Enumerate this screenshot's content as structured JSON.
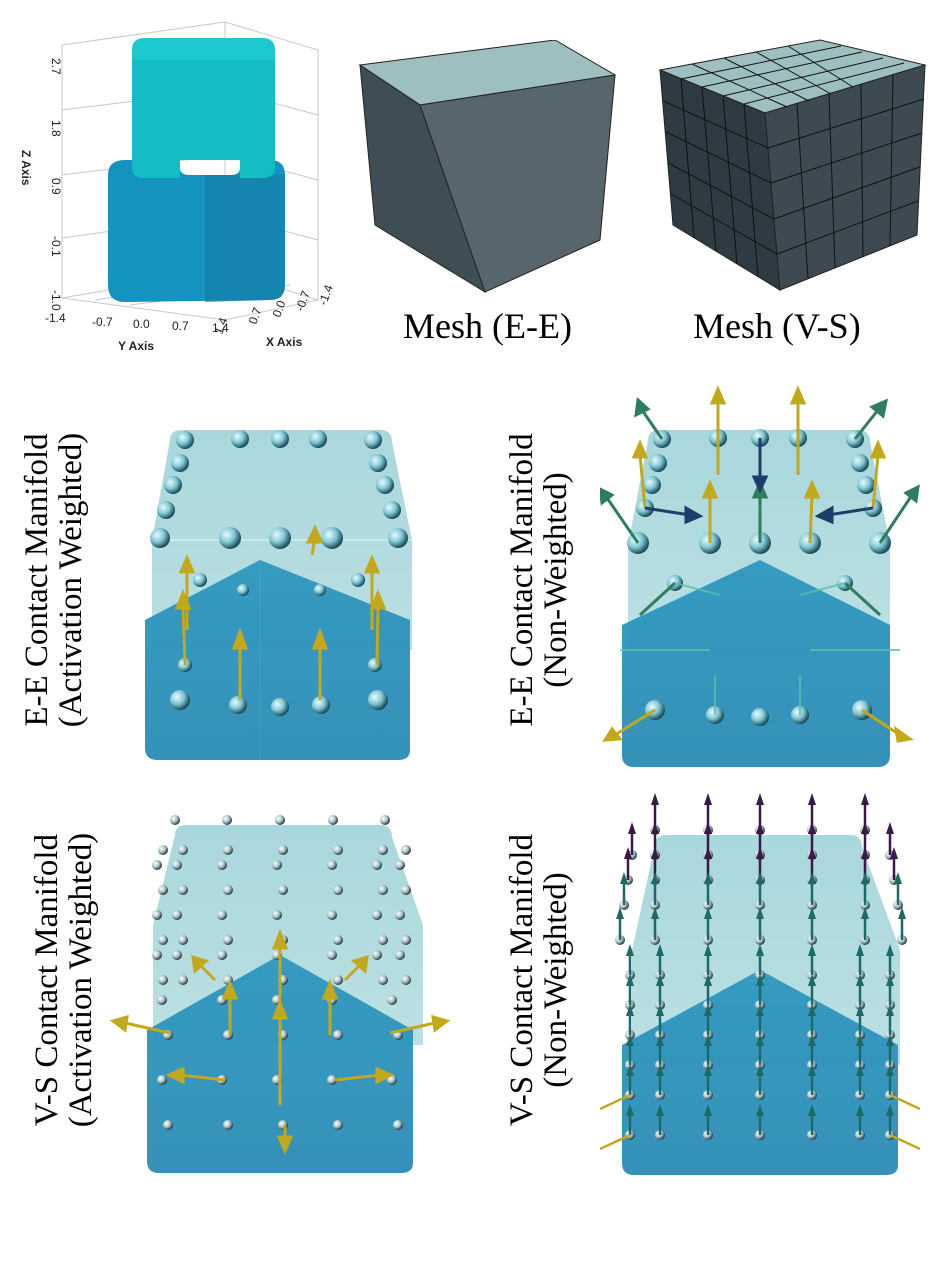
{
  "plot3d": {
    "z_axis_title": "Z Axis",
    "y_axis_title": "Y Axis",
    "x_axis_title": "X Axis",
    "z_ticks": [
      "2.7",
      "1.8",
      "0.9",
      "-0.1",
      "-1.0"
    ],
    "y_ticks": [
      "-1.4",
      "-0.7",
      "0.0",
      "0.7",
      "1.4"
    ],
    "x_ticks": [
      "1.4",
      "0.7",
      "0.0",
      "-0.7",
      "-1.4"
    ],
    "colors": {
      "upper_box": "#14bcc4",
      "lower_box": "#1593bf"
    }
  },
  "mesh_ee": {
    "caption": "Mesh (E-E)"
  },
  "mesh_vs": {
    "caption": "Mesh (V-S)"
  },
  "rows": [
    {
      "left_label": [
        "E-E Contact Manifold",
        "(Activation Weighted)"
      ],
      "right_label": [
        "E-E Contact Manifold",
        "(Non-Weighted)"
      ]
    },
    {
      "left_label": [
        "V-S Contact Manifold",
        "(Activation Weighted)"
      ],
      "right_label": [
        "V-S Contact Manifold",
        "(Non-Weighted)"
      ]
    }
  ],
  "palette": {
    "mesh_top": "#9ebfc0",
    "mesh_left": "#3f4e55",
    "mesh_right": "#56666c",
    "translucent_top": "#9fd3d8",
    "translucent_bottom": "#2a8fb8",
    "sphere": "#8ad0dc",
    "arrow_yellow": "#c4a81c",
    "arrow_green": "#2e7d5e",
    "arrow_dark": "#3a1848"
  }
}
